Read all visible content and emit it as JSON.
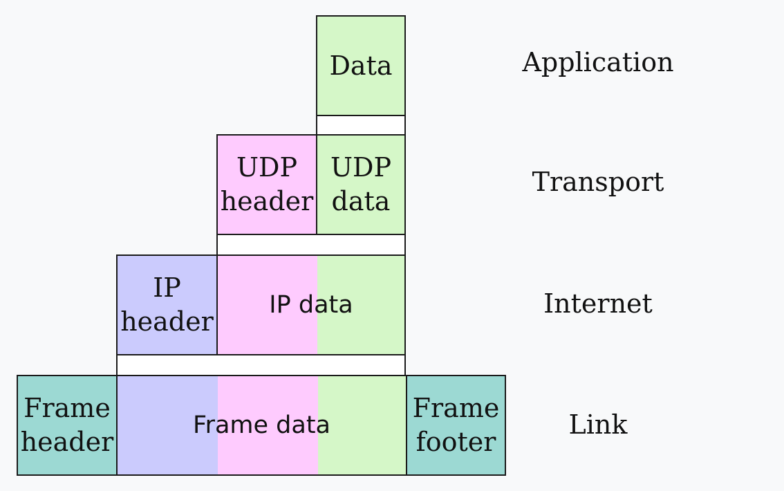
{
  "colors": {
    "data": "#d5f7c8",
    "udp_header": "#fecbfe",
    "ip_header": "#cbcbfd",
    "frame": "#9cd9d3",
    "stroke": "#1a1a1a",
    "background": "#f8f9fa"
  },
  "blocks": {
    "app_data": "Data",
    "udp_header": "UDP\nheader",
    "udp_data": "UDP\ndata",
    "ip_header": "IP\nheader",
    "ip_data": "IP data",
    "frame_header": "Frame\nheader",
    "frame_data": "Frame data",
    "frame_footer": "Frame\nfooter"
  },
  "layers": {
    "application": "Application",
    "transport": "Transport",
    "internet": "Internet",
    "link": "Link"
  }
}
